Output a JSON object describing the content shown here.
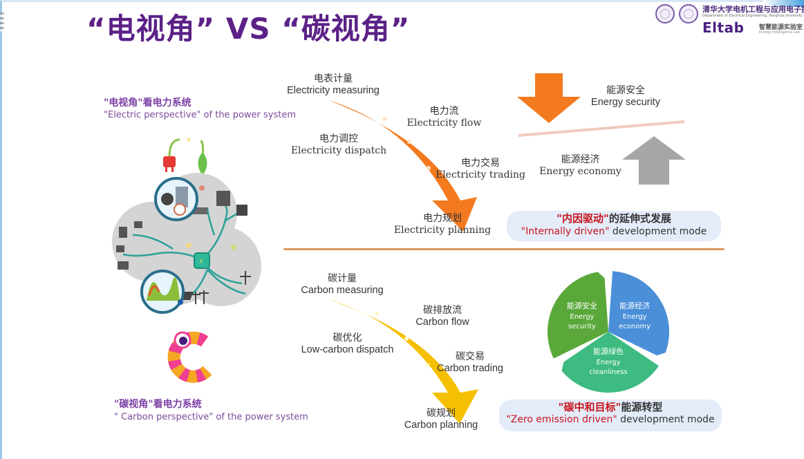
{
  "title": "“电视角” VS “碳视角”",
  "logos": {
    "dept_cn": "清华大学电机工程与应用电子技术系",
    "dept_en": "Department of Electrical Engineering, Tsinghua University",
    "lab_name": "Eltab",
    "lab_cn": "智慧能源实验室",
    "lab_en": "Energy Intelligence Lab"
  },
  "left": {
    "electric": {
      "cn": "\"电视角\"看电力系统",
      "en": "\"Electric perspective\" of the power system"
    },
    "carbon": {
      "cn": "\"碳视角\"看电力系统",
      "en": "\" Carbon perspective\" of the power system"
    },
    "illustration_icons": [
      "plug-icon",
      "leaf-icon",
      "cloud-grid-icon",
      "factory-icon",
      "building-icon",
      "house-icon",
      "wind-turbine-icon",
      "solar-panel-icon",
      "substation-icon",
      "load-curve-icon"
    ],
    "carbon_logo_icon": "carbon-eye-c-icon"
  },
  "electric_flow": {
    "arrow_color": "#f47a20",
    "steps": [
      {
        "cn": "电表计量",
        "en": "Electricity measuring"
      },
      {
        "cn": "电力流",
        "en": "Electricity flow"
      },
      {
        "cn": "电力调控",
        "en": "Electricity dispatch"
      },
      {
        "cn": "电力交易",
        "en": "Electricity trading"
      },
      {
        "cn": "电力规划",
        "en": "Electricity planning"
      }
    ]
  },
  "balance": {
    "security": {
      "cn": "能源安全",
      "en": "Energy security",
      "arrow": "down",
      "color": "#f47a20"
    },
    "economy": {
      "cn": "能源经济",
      "en": "Energy economy",
      "arrow": "up",
      "color": "#a6a6a6"
    }
  },
  "internal_mode": {
    "cn_quoted": "\"内因驱动\"",
    "cn_rest": "的延伸式发展",
    "en_quoted": "\"Internally driven\"",
    "en_rest": " development mode"
  },
  "carbon_flow": {
    "arrow_color": "#f5c000",
    "steps": [
      {
        "cn": "碳计量",
        "en": "Carbon measuring"
      },
      {
        "cn": "碳排放流",
        "en": "Carbon flow"
      },
      {
        "cn": "碳优化",
        "en": "Low-carbon dispatch"
      },
      {
        "cn": "碳交易",
        "en": "Carbon trading"
      },
      {
        "cn": "碳规划",
        "en": "Carbon planning"
      }
    ]
  },
  "trilemma": {
    "segments": [
      {
        "cn": "能源安全",
        "en1": "Energy",
        "en2": "security",
        "color": "#5aa83a"
      },
      {
        "cn": "能源经济",
        "en1": "Energy",
        "en2": "economy",
        "color": "#4a8fd8"
      },
      {
        "cn": "能源绿色",
        "en1": "Energy",
        "en2": "cleanliness",
        "color": "#3dbb80"
      }
    ]
  },
  "zero_mode": {
    "cn_quoted": "\"碳中和目标\"",
    "cn_rest": "能源转型",
    "en_quoted": "\"Zero emission driven\"",
    "en_rest": " development mode"
  }
}
